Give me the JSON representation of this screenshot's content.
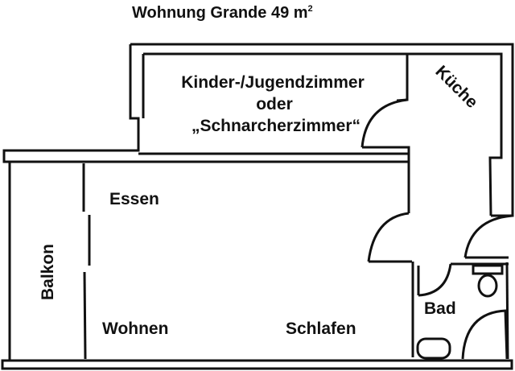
{
  "title": {
    "text": "Wohnung Grande 49 m",
    "superscript": "2"
  },
  "rooms": {
    "kinder_line1": "Kinder-/Jugendzimmer",
    "kinder_line2": "oder",
    "kinder_line3": "„Schnarcherzimmer“",
    "kueche": "Küche",
    "essen": "Essen",
    "balkon": "Balkon",
    "wohnen": "Wohnen",
    "schlafen": "Schlafen",
    "bad": "Bad"
  },
  "colors": {
    "line": "#111111",
    "background": "#ffffff"
  }
}
